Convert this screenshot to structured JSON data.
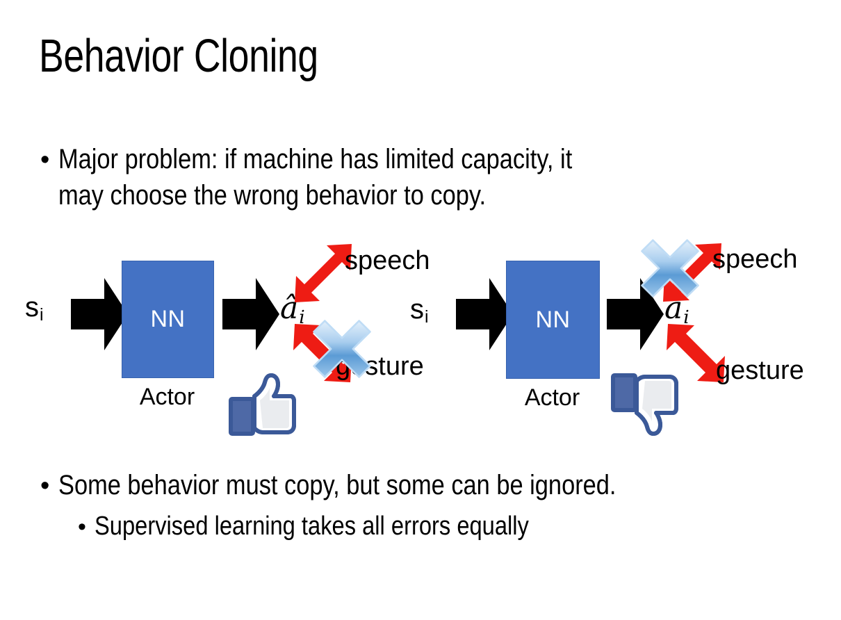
{
  "slide": {
    "title": "Behavior Cloning",
    "background_color": "#FFFFFF"
  },
  "bullets": [
    {
      "level": 1,
      "marker": "•",
      "text": "Major problem: if machine has limited capacity, it\nmay choose the wrong behavior to copy."
    },
    {
      "level": 1,
      "marker": "•",
      "text": "Some behavior must copy, but some can be ignored."
    },
    {
      "level": 2,
      "marker": "•",
      "text": "Supervised learning takes all errors equally"
    }
  ],
  "colors": {
    "nn_box_fill": "#4472C4",
    "nn_box_border": "#3762AE",
    "nn_text": "#FFFFFF",
    "arrow_black": "#000000",
    "arrow_red": "#EE1C14",
    "x_blue_light": "#CFE3F7",
    "x_blue_mid": "#5B9BD5",
    "x_blue_dark": "#2E75B6",
    "thumb_outline": "#3B5998",
    "thumb_fill": "#FFFFFF",
    "thumb_cuff": "#4E69A6",
    "text_black": "#000000"
  },
  "diagrams": [
    {
      "id": "left",
      "input_label": "s",
      "input_subscript": "i",
      "box_label": "NN",
      "box_caption": "Actor",
      "output_label": "â",
      "output_subscript": "i",
      "branches": [
        {
          "name": "speech",
          "label": "speech",
          "direction": "up-right",
          "crossed_out": false
        },
        {
          "name": "gesture",
          "label": "gesture",
          "direction": "down-right",
          "crossed_out": true
        }
      ],
      "verdict_icon": "thumbs-up-icon",
      "verdict": "approved"
    },
    {
      "id": "right",
      "input_label": "s",
      "input_subscript": "i",
      "box_label": "NN",
      "box_caption": "Actor",
      "output_label": "â",
      "output_subscript": "i",
      "branches": [
        {
          "name": "speech",
          "label": "speech",
          "direction": "up-right",
          "crossed_out": true
        },
        {
          "name": "gesture",
          "label": "gesture",
          "direction": "down-right",
          "crossed_out": false
        }
      ],
      "verdict_icon": "thumbs-down-icon",
      "verdict": "rejected"
    }
  ]
}
